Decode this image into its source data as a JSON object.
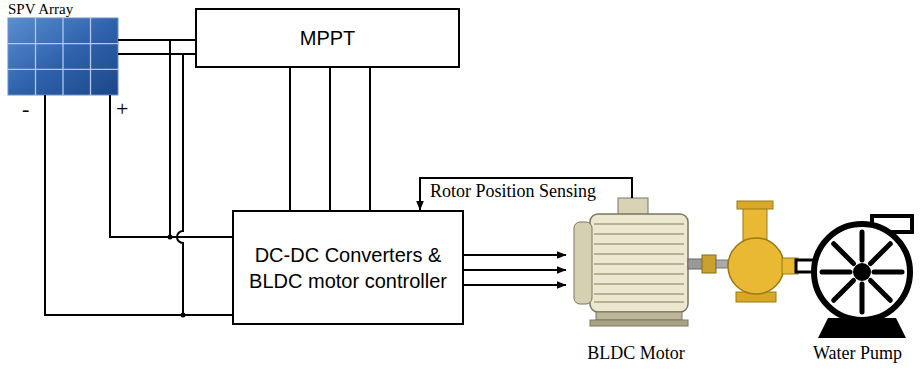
{
  "diagram": {
    "nodes": [
      {
        "text": [
          "SPV Array"
        ]
      },
      {
        "text": [
          "MPPT"
        ]
      },
      {
        "text": [
          "DC-DC Converters & BLDC motor controller"
        ]
      },
      {
        "text": [
          "BLDC Motor"
        ]
      },
      {
        "text": [
          "Water Pump"
        ]
      }
    ],
    "edges": [
      {
        "from": 0,
        "to": 1,
        "arrow": "none"
      },
      {
        "from": 0,
        "to": 1,
        "arrow": "none"
      },
      {
        "from": 0,
        "to": 2,
        "arrow": "none"
      },
      {
        "from": 0,
        "to": 2,
        "arrow": "none"
      },
      {
        "from": 1,
        "to": 2,
        "arrow": "none"
      },
      {
        "from": 1,
        "to": 2,
        "arrow": "none"
      },
      {
        "from": 1,
        "to": 2,
        "arrow": "none"
      },
      {
        "from": 2,
        "to": 3,
        "arrow": "to"
      },
      {
        "from": 2,
        "to": 3,
        "arrow": "to"
      },
      {
        "from": 2,
        "to": 3,
        "arrow": "to"
      },
      {
        "from": 3,
        "to": 2,
        "label": "Rotor Position Sensing",
        "arrow": "to"
      }
    ],
    "labels": [
      "-",
      "+"
    ]
  }
}
